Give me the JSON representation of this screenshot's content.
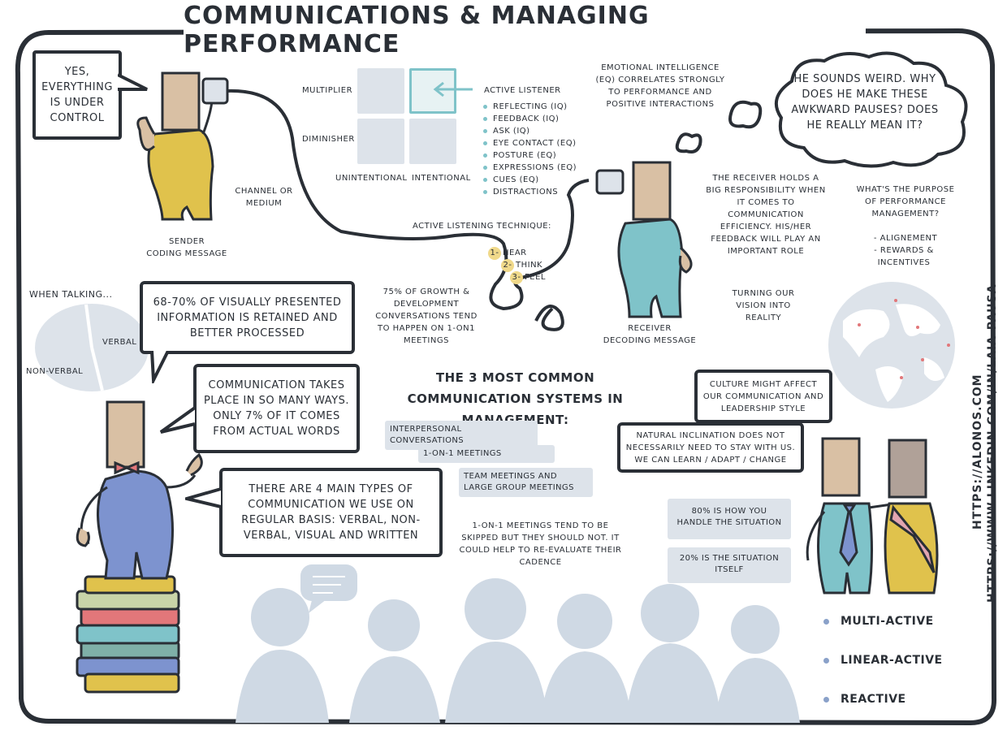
{
  "title": "COMMUNICATIONS & MANAGING PERFORMANCE",
  "sender": {
    "speech": "YES, EVERYTHING IS UNDER CONTROL",
    "label_line1": "SENDER",
    "label_line2": "CODING MESSAGE"
  },
  "channel_label": "CHANNEL OR MEDIUM",
  "receiver": {
    "label_line1": "RECEIVER",
    "label_line2": "DECODING MESSAGE",
    "thought": "HE SOUNDS WEIRD. WHY DOES HE MAKE THESE AWKWARD PAUSES? DOES HE REALLY MEAN IT?"
  },
  "matrix": {
    "row_top": "MULTIPLIER",
    "row_bottom": "DIMINISHER",
    "col_left": "UNINTENTIONAL",
    "col_right": "INTENTIONAL"
  },
  "active_listener": {
    "heading": "ACTIVE LISTENER",
    "items": [
      "REFLECTING (IQ)",
      "FEEDBACK (IQ)",
      "ASK (IQ)",
      "EYE CONTACT (EQ)",
      "POSTURE (EQ)",
      "EXPRESSIONS (EQ)",
      "CUES (EQ)",
      "DISTRACTIONS"
    ]
  },
  "technique": {
    "heading": "ACTIVE LISTENING TECHNIQUE:",
    "steps": [
      {
        "num": "1-",
        "label": "HEAR"
      },
      {
        "num": "2-",
        "label": "THINK"
      },
      {
        "num": "3-",
        "label": "FEEL"
      }
    ]
  },
  "eq_note": "EMOTIONAL INTELLIGENCE (EQ) CORRELATES STRONGLY TO PERFORMANCE AND POSITIVE INTERACTIONS",
  "receiver_note": "THE RECEIVER HOLDS A BIG RESPONSIBILITY WHEN IT COMES TO COMMUNICATION EFFICIENCY. HIS/HER FEEDBACK WILL PLAY AN IMPORTANT ROLE",
  "purpose": {
    "question": "WHAT'S THE PURPOSE OF PERFORMANCE MANAGEMENT?",
    "items": [
      "- ALIGNEMENT",
      "- REWARDS & INCENTIVES"
    ]
  },
  "vision": "TURNING OUR VISION INTO REALITY",
  "growth_note": "75% OF GROWTH & DEVELOPMENT CONVERSATIONS TEND TO HAPPEN ON 1-ON1 MEETINGS",
  "talking": {
    "heading": "WHEN TALKING...",
    "verbal": "VERBAL",
    "nonverbal": "NON-VERBAL"
  },
  "bubbles": {
    "visual": "68-70% OF VISUALLY PRESENTED INFORMATION IS RETAINED AND BETTER PROCESSED",
    "ways": "COMMUNICATION TAKES PLACE IN SO MANY WAYS. ONLY 7% OF IT COMES FROM ACTUAL WORDS",
    "types": "THERE ARE 4 MAIN TYPES OF COMMUNICATION WE USE ON REGULAR BASIS: VERBAL, NON-VERBAL, VISUAL AND WRITTEN",
    "culture": "CULTURE MIGHT AFFECT OUR COMMUNICATION AND LEADERSHIP STYLE",
    "inclination": "NATURAL INCLINATION DOES NOT NECESSARILY NEED TO STAY WITH US. WE CAN LEARN / ADAPT / CHANGE"
  },
  "systems": {
    "heading": "THE 3 MOST COMMON COMMUNICATION SYSTEMS IN MANAGEMENT:",
    "items": [
      "INTERPERSONAL CONVERSATIONS",
      "1-ON-1 MEETINGS",
      "TEAM MEETINGS AND LARGE GROUP MEETINGS"
    ],
    "note": "1-ON-1 MEETINGS TEND TO BE SKIPPED BUT THEY SHOULD NOT. IT COULD HELP TO RE-EVALUATE THEIR CADENCE"
  },
  "situation": {
    "handle": "80% IS HOW YOU HANDLE THE SITUATION",
    "itself": "20% IS THE SITUATION ITSELF"
  },
  "culture_types": [
    "MULTI-ACTIVE",
    "LINEAR-ACTIVE",
    "REACTIVE"
  ],
  "links": [
    "HTTPS://ALONOS.COM",
    "HTTPS://WWW.LINKEDIN.COM/IN/LAIA-PAUSA"
  ],
  "colors": {
    "ink": "#2a2f36",
    "sender_body": "#e0c24c",
    "receiver_body": "#7fc3c9",
    "presenter_body": "#7d93cf",
    "soft_blue": "#dde3ea",
    "silhouette": "#cfd9e4"
  }
}
